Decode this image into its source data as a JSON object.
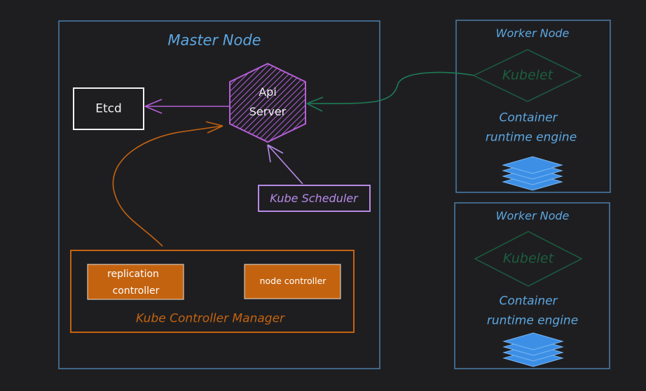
{
  "colors": {
    "background": "#1e1e21",
    "master_border": "#4a7fa8",
    "label_blue": "#5da7e0",
    "etcd": "#f2f2f2",
    "api_purple": "#b45fd6",
    "scheduler_purple": "#b88ae6",
    "controller_orange": "#c4630f",
    "kubelet_green": "#1b5e3e",
    "layers_blue": "#3d8fe6"
  },
  "master": {
    "title": "Master Node",
    "etcd_label": "Etcd",
    "api_server": {
      "line1": "Api",
      "line2": "Server"
    },
    "scheduler_label": "Kube Scheduler",
    "controller_manager": {
      "title": "Kube Controller Manager",
      "replication": {
        "line1": "replication",
        "line2": "controller"
      },
      "node_controller": "node controller"
    }
  },
  "workers": [
    {
      "title": "Worker Node",
      "kubelet": "Kubelet",
      "runtime": {
        "line1": "Container",
        "line2": "runtime engine"
      }
    },
    {
      "title": "Worker Node",
      "kubelet": "Kubelet",
      "runtime": {
        "line1": "Container",
        "line2": "runtime engine"
      }
    }
  ]
}
